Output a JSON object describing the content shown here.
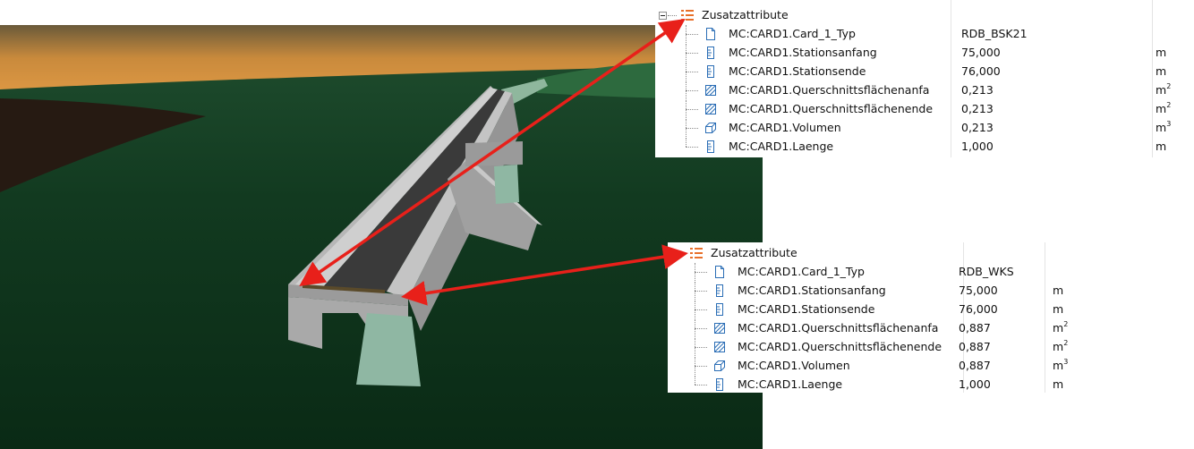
{
  "panels": [
    {
      "id": "panel1",
      "header": "Zusatzattribute",
      "rows": [
        {
          "icon": "document-icon",
          "name": "MC:CARD1.Card_1_Typ",
          "value": "RDB_BSK21",
          "unit": "",
          "exp": ""
        },
        {
          "icon": "ruler-icon",
          "name": "MC:CARD1.Stationsanfang",
          "value": "75,000",
          "unit": "m",
          "exp": ""
        },
        {
          "icon": "ruler-icon",
          "name": "MC:CARD1.Stationsende",
          "value": "76,000",
          "unit": "m",
          "exp": ""
        },
        {
          "icon": "area-hatch-icon",
          "name": "MC:CARD1.Querschnittsflächenanfa",
          "value": "0,213",
          "unit": "m",
          "exp": "2"
        },
        {
          "icon": "area-hatch-icon",
          "name": "MC:CARD1.Querschnittsflächenende",
          "value": "0,213",
          "unit": "m",
          "exp": "2"
        },
        {
          "icon": "cube-icon",
          "name": "MC:CARD1.Volumen",
          "value": "0,213",
          "unit": "m",
          "exp": "3"
        },
        {
          "icon": "ruler-icon",
          "name": "MC:CARD1.Laenge",
          "value": "1,000",
          "unit": "m",
          "exp": ""
        }
      ]
    },
    {
      "id": "panel2",
      "header": "Zusatzattribute",
      "rows": [
        {
          "icon": "document-icon",
          "name": "MC:CARD1.Card_1_Typ",
          "value": "RDB_WKS",
          "unit": "",
          "exp": ""
        },
        {
          "icon": "ruler-icon",
          "name": "MC:CARD1.Stationsanfang",
          "value": "75,000",
          "unit": "m",
          "exp": ""
        },
        {
          "icon": "ruler-icon",
          "name": "MC:CARD1.Stationsende",
          "value": "76,000",
          "unit": "m",
          "exp": ""
        },
        {
          "icon": "area-hatch-icon",
          "name": "MC:CARD1.Querschnittsflächenanfa",
          "value": "0,887",
          "unit": "m",
          "exp": "2"
        },
        {
          "icon": "area-hatch-icon",
          "name": "MC:CARD1.Querschnittsflächenende",
          "value": "0,887",
          "unit": "m",
          "exp": "2"
        },
        {
          "icon": "cube-icon",
          "name": "MC:CARD1.Volumen",
          "value": "0,887",
          "unit": "m",
          "exp": "3"
        },
        {
          "icon": "ruler-icon",
          "name": "MC:CARD1.Laenge",
          "value": "1,000",
          "unit": "m",
          "exp": ""
        }
      ]
    }
  ],
  "colors": {
    "icon_blue": "#2a6db5",
    "list_icon_orange": "#e8702a",
    "arrow_red": "#e8201a",
    "terrain_green": "#0f3a1e",
    "sky_orange": "#d98a3a"
  }
}
